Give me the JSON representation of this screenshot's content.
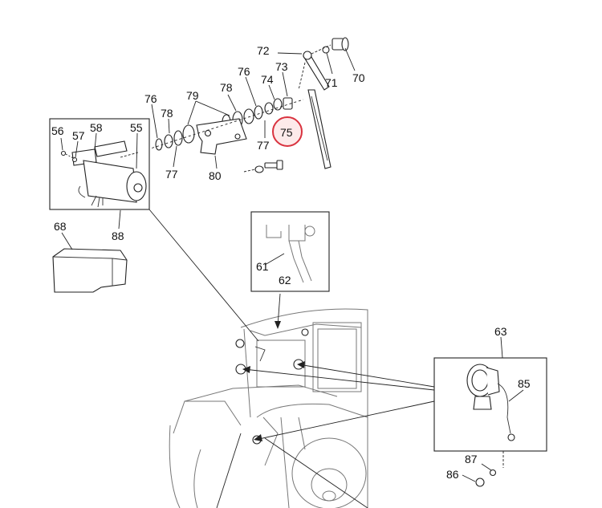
{
  "diagram": {
    "callouts": [
      {
        "id": "c72",
        "text": "72"
      },
      {
        "id": "c70",
        "text": "70"
      },
      {
        "id": "c71",
        "text": "71"
      },
      {
        "id": "c73",
        "text": "73"
      },
      {
        "id": "c76a",
        "text": "76"
      },
      {
        "id": "c74",
        "text": "74"
      },
      {
        "id": "c78a",
        "text": "78"
      },
      {
        "id": "c79",
        "text": "79"
      },
      {
        "id": "c76b",
        "text": "76"
      },
      {
        "id": "c78b",
        "text": "78"
      },
      {
        "id": "c75",
        "text": "75"
      },
      {
        "id": "c77a",
        "text": "77"
      },
      {
        "id": "c77b",
        "text": "77"
      },
      {
        "id": "c80",
        "text": "80"
      },
      {
        "id": "c56",
        "text": "56"
      },
      {
        "id": "c57",
        "text": "57"
      },
      {
        "id": "c58",
        "text": "58"
      },
      {
        "id": "c55",
        "text": "55"
      },
      {
        "id": "c68",
        "text": "68"
      },
      {
        "id": "c88",
        "text": "88"
      },
      {
        "id": "c61",
        "text": "61"
      },
      {
        "id": "c62",
        "text": "62"
      },
      {
        "id": "c63",
        "text": "63"
      },
      {
        "id": "c85",
        "text": "85"
      },
      {
        "id": "c87",
        "text": "87"
      },
      {
        "id": "c86",
        "text": "86"
      }
    ],
    "highlight_color": "#d9333f"
  }
}
